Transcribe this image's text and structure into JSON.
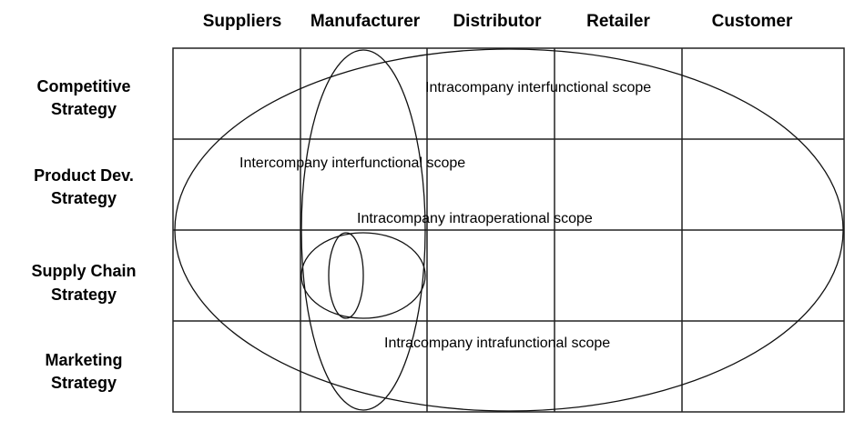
{
  "columns": [
    "Suppliers",
    "Manufacturer",
    "Distributor",
    "Retailer",
    "Customer"
  ],
  "rows": [
    [
      "Competitive",
      "Strategy"
    ],
    [
      "Product Dev.",
      "Strategy"
    ],
    [
      "Supply Chain",
      "Strategy"
    ],
    [
      "Marketing",
      "Strategy"
    ]
  ],
  "scopes": {
    "intracompany_interfunctional": "Intracompany interfunctional scope",
    "intercompany_interfunctional": "Intercompany interfunctional scope",
    "intracompany_intraoperational": "Intracompany intraoperational scope",
    "intracompany_intrafunctional": "Intracompany intrafunctional scope"
  }
}
